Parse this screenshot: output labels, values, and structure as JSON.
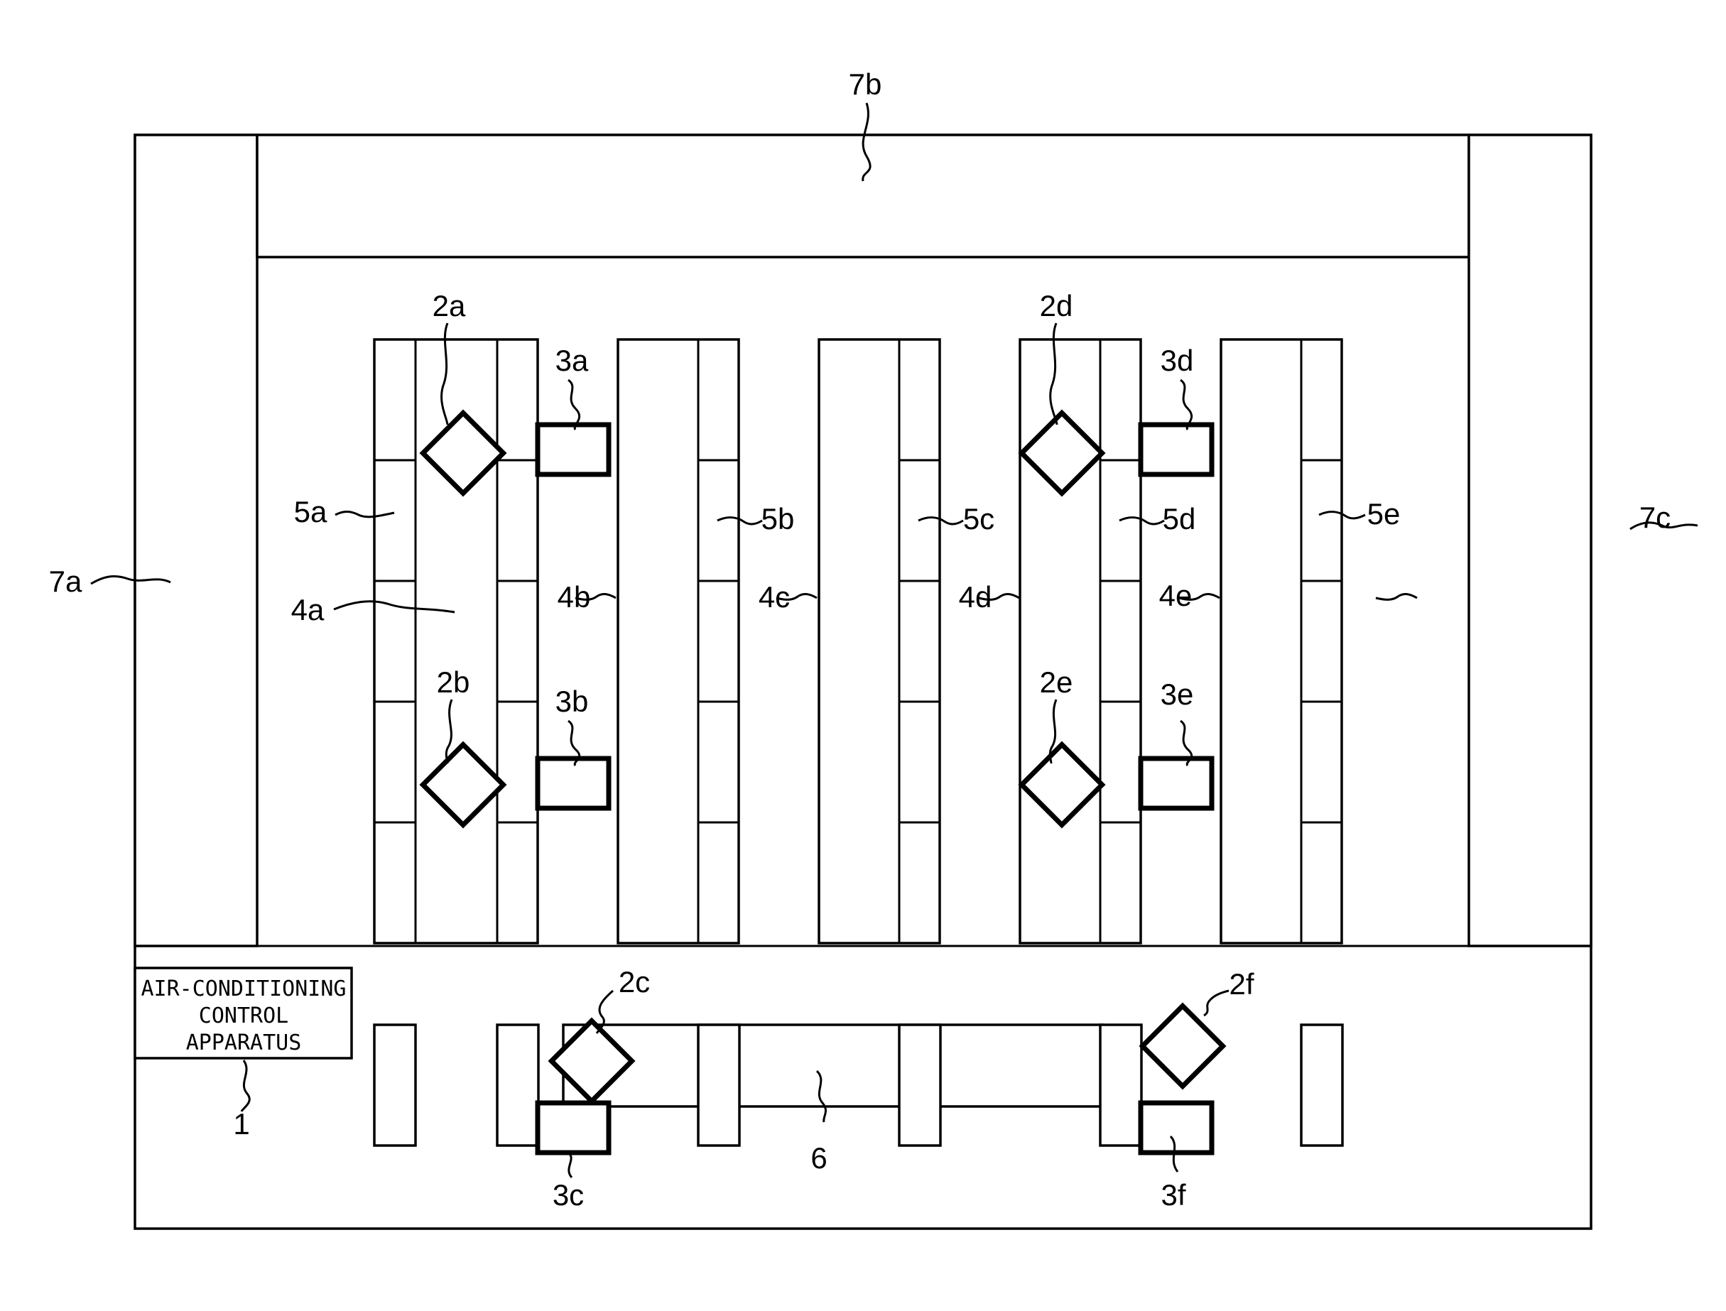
{
  "labels": {
    "l_7a": "7a",
    "l_7b": "7b",
    "l_7c": "7c",
    "l_2a": "2a",
    "l_2b": "2b",
    "l_2c": "2c",
    "l_2d": "2d",
    "l_2e": "2e",
    "l_2f": "2f",
    "l_3a": "3a",
    "l_3b": "3b",
    "l_3c": "3c",
    "l_3d": "3d",
    "l_3e": "3e",
    "l_3f": "3f",
    "l_4a": "4a",
    "l_4b": "4b",
    "l_4c": "4c",
    "l_4d": "4d",
    "l_4e": "4e",
    "l_5a": "5a",
    "l_5b": "5b",
    "l_5c": "5c",
    "l_5d": "5d",
    "l_5e": "5e",
    "l_6": "6",
    "l_1": "1"
  },
  "control_box": {
    "line1": "AIR-CONDITIONING",
    "line2": "CONTROL",
    "line3": "APPARATUS"
  }
}
